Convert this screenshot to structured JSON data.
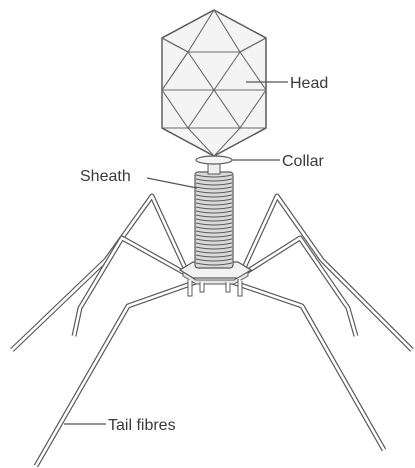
{
  "diagram": {
    "labels": {
      "head": "Head",
      "collar": "Collar",
      "sheath": "Sheath",
      "tail_fibres": "Tail fibres"
    },
    "colors": {
      "outline": "#5a5a5a",
      "head_fill": "#f4f4f4",
      "sheath_fill": "#d9d9d9",
      "leg_fill": "#ffffff"
    }
  }
}
